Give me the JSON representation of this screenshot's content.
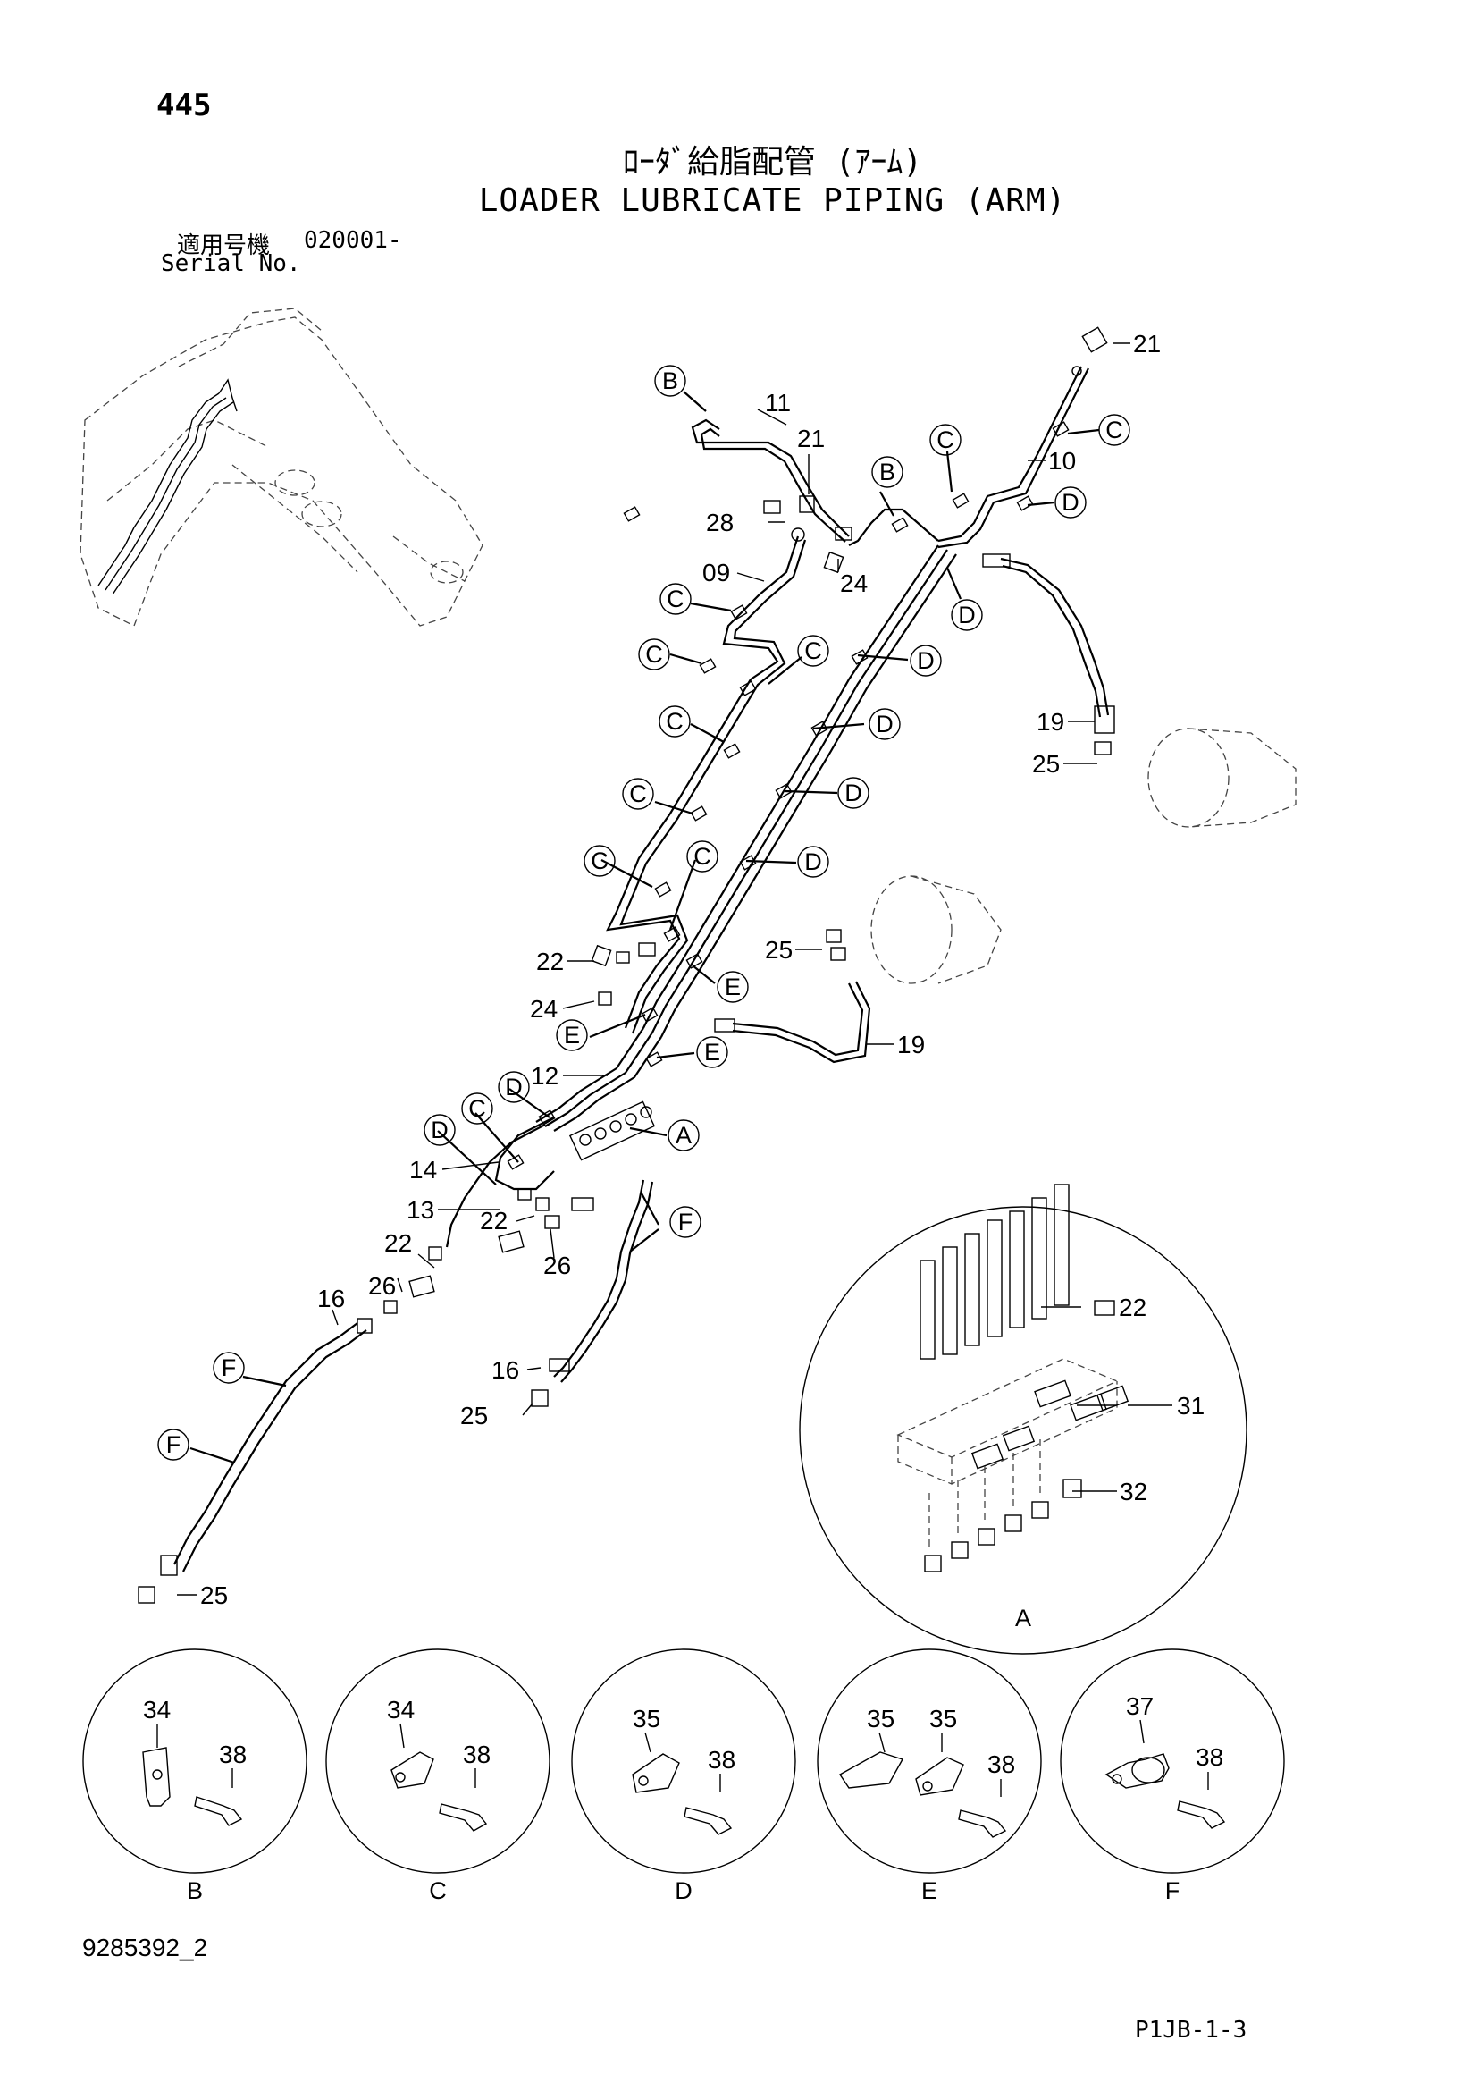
{
  "page_number": "445",
  "title_jp": "ﾛｰﾀﾞ給脂配管 (ｱｰﾑ)",
  "title_en": "LOADER LUBRICATE PIPING (ARM)",
  "serial_label_jp": "適用号機",
  "serial_value": "020001-",
  "serial_label_en": "Serial No.",
  "doc_number": "9285392_2",
  "page_code": "P1JB-1-3",
  "part_numbers": {
    "p21a": "21",
    "p11": "11",
    "p21b": "21",
    "p10": "10",
    "p28": "28",
    "p09": "09",
    "p24a": "24",
    "p19a": "19",
    "p25a": "25",
    "p25b": "25",
    "p22a": "22",
    "p24b": "24",
    "p19b": "19",
    "p12": "12",
    "p14": "14",
    "p13": "13",
    "p22b": "22",
    "p22c": "22",
    "p26a": "26",
    "p26b": "26",
    "p16a": "16",
    "p16b": "16",
    "p25c": "25",
    "p25d": "25",
    "p22d": "22",
    "p31": "31",
    "p32": "32"
  },
  "callouts": {
    "B1": "B",
    "C1": "C",
    "B2": "B",
    "C2": "C",
    "D1": "D",
    "D2": "D",
    "C3": "C",
    "C4": "C",
    "C5": "C",
    "D3": "D",
    "C6": "C",
    "D4": "D",
    "C7": "C",
    "D5": "D",
    "C8": "C",
    "C9": "C",
    "D6": "D",
    "E1": "E",
    "E2": "E",
    "E3": "E",
    "D7": "D",
    "C10": "C",
    "D8": "D",
    "A1": "A",
    "F1": "F",
    "F2": "F",
    "F3": "F"
  },
  "detail_a": {
    "label": "A"
  },
  "details": [
    {
      "letter": "B",
      "parts": [
        "34",
        "38"
      ]
    },
    {
      "letter": "C",
      "parts": [
        "34",
        "38"
      ]
    },
    {
      "letter": "D",
      "parts": [
        "35",
        "38"
      ]
    },
    {
      "letter": "E",
      "parts": [
        "35",
        "35",
        "38"
      ]
    },
    {
      "letter": "F",
      "parts": [
        "37",
        "38"
      ]
    }
  ]
}
